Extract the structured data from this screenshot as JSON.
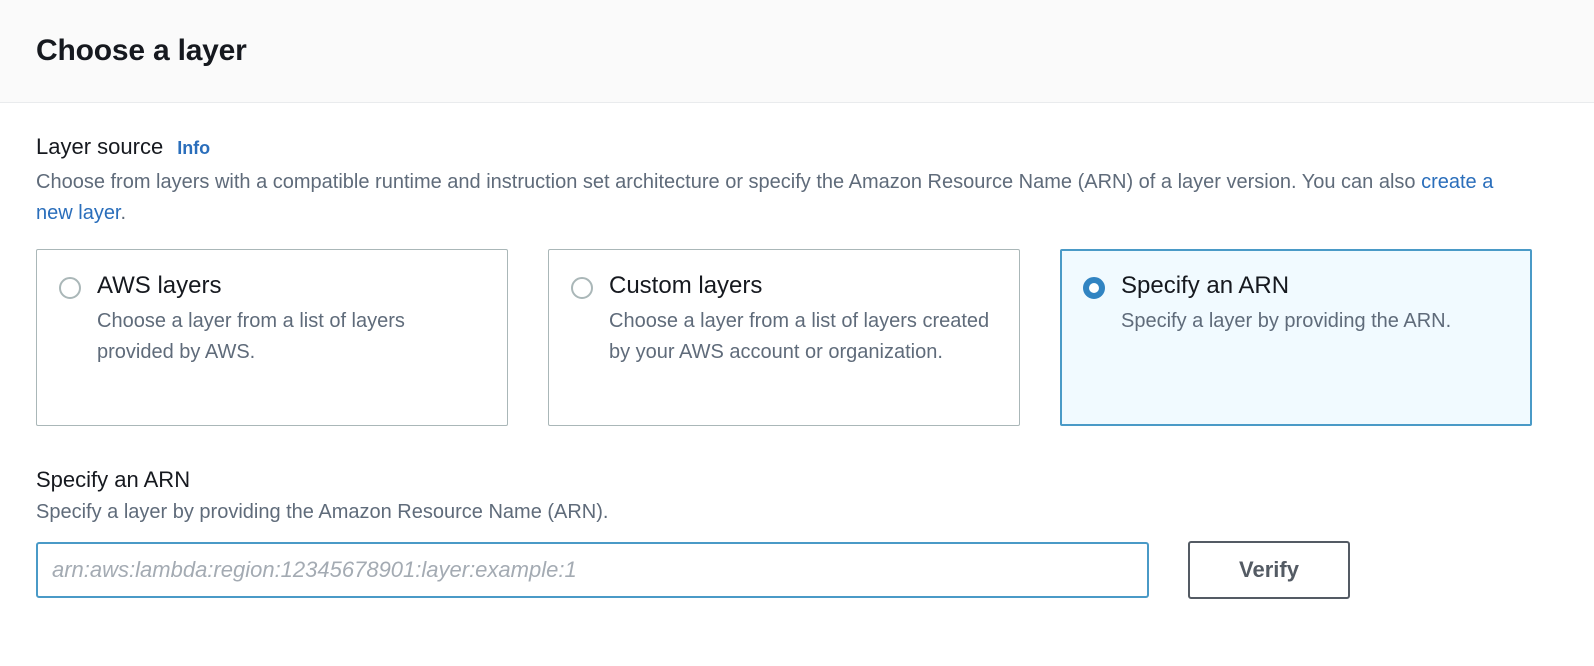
{
  "header": {
    "title": "Choose a layer"
  },
  "layer_source": {
    "label": "Layer source",
    "info_label": "Info",
    "description_part1": "Choose from layers with a compatible runtime and instruction set architecture or specify the Amazon Resource Name (ARN) of a layer version. You can also ",
    "description_link": "create a new layer",
    "description_part2": ".",
    "options": [
      {
        "title": "AWS layers",
        "description": "Choose a layer from a list of layers provided by AWS.",
        "selected": false
      },
      {
        "title": "Custom layers",
        "description": "Choose a layer from a list of layers created by your AWS account or organization.",
        "selected": false
      },
      {
        "title": "Specify an ARN",
        "description": "Specify a layer by providing the ARN.",
        "selected": true
      }
    ]
  },
  "arn_section": {
    "title": "Specify an ARN",
    "description": "Specify a layer by providing the Amazon Resource Name (ARN).",
    "input_value": "",
    "input_placeholder": "arn:aws:lambda:region:12345678901:layer:example:1",
    "verify_label": "Verify"
  },
  "colors": {
    "accent_blue": "#2a6ebb",
    "selected_border": "#4a9ac7",
    "selected_fill": "#f1faff",
    "radio_checked": "#3184c2",
    "card_border": "#aab7b8",
    "text_primary": "#16191f",
    "text_secondary": "#5f6b7a",
    "button_border": "#545b64",
    "header_bg": "#fafafa"
  }
}
